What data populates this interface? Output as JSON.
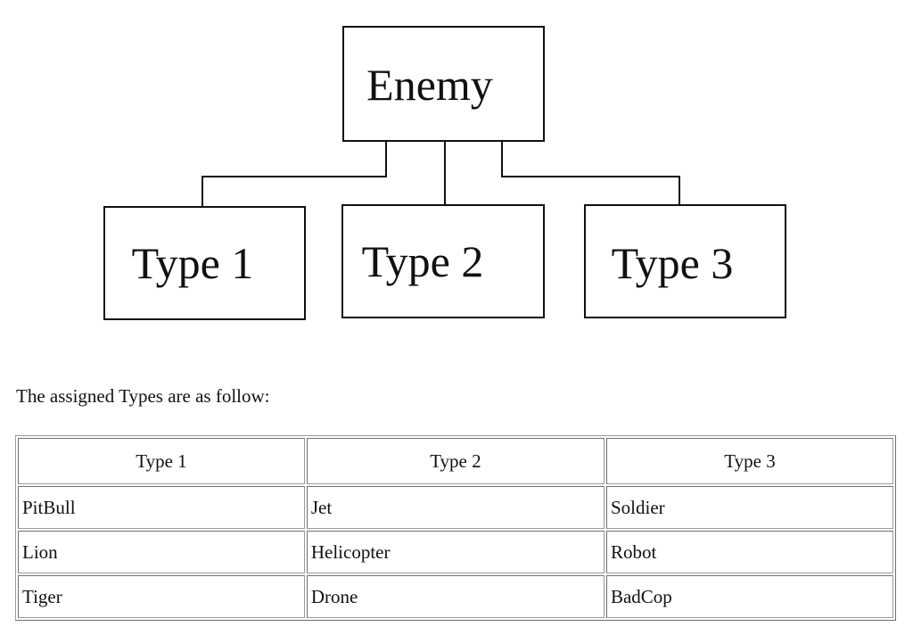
{
  "diagram": {
    "root": {
      "label": "Enemy"
    },
    "children": [
      {
        "label": "Type 1"
      },
      {
        "label": "Type 2"
      },
      {
        "label": "Type 3"
      }
    ]
  },
  "intro_text": "The assigned Types are as follow:",
  "table": {
    "headers": [
      "Type 1",
      "Type 2",
      "Type 3"
    ],
    "rows": [
      [
        "PitBull",
        "Jet",
        "Soldier"
      ],
      [
        "Lion",
        "Helicopter",
        "Robot"
      ],
      [
        "Tiger",
        "Drone",
        "BadCop"
      ]
    ]
  }
}
